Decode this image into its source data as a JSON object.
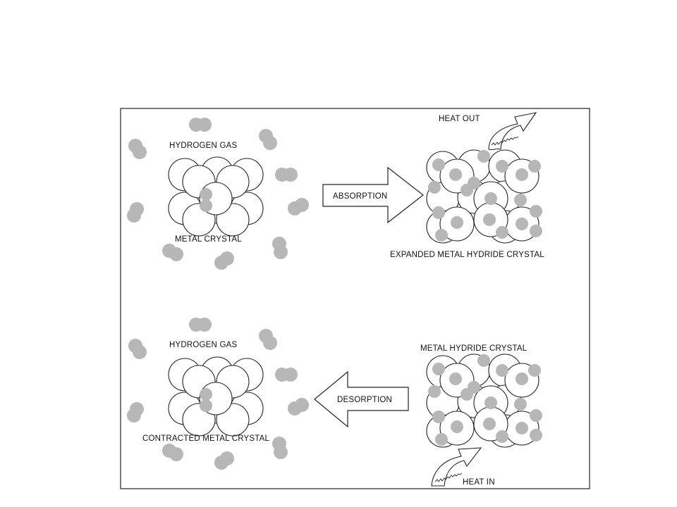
{
  "labels": {
    "top_hydrogen_gas": "HYDROGEN GAS",
    "metal_crystal": "METAL CRYSTAL",
    "absorption": "ABSORPTION",
    "heat_out": "HEAT OUT",
    "expanded_metal_hydride_crystal": "EXPANDED METAL HYDRIDE CRYSTAL",
    "bottom_hydrogen_gas": "HYDROGEN GAS",
    "contracted_metal_crystal": "CONTRACTED METAL CRYSTAL",
    "desorption": "DESORPTION",
    "metal_hydride_crystal": "METAL HYDRIDE CRYSTAL",
    "heat_in": "HEAT IN"
  },
  "colors": {
    "line": "#222222",
    "hydrogen_atom": "#b7b7b7",
    "metal_atom": "#ffffff"
  }
}
